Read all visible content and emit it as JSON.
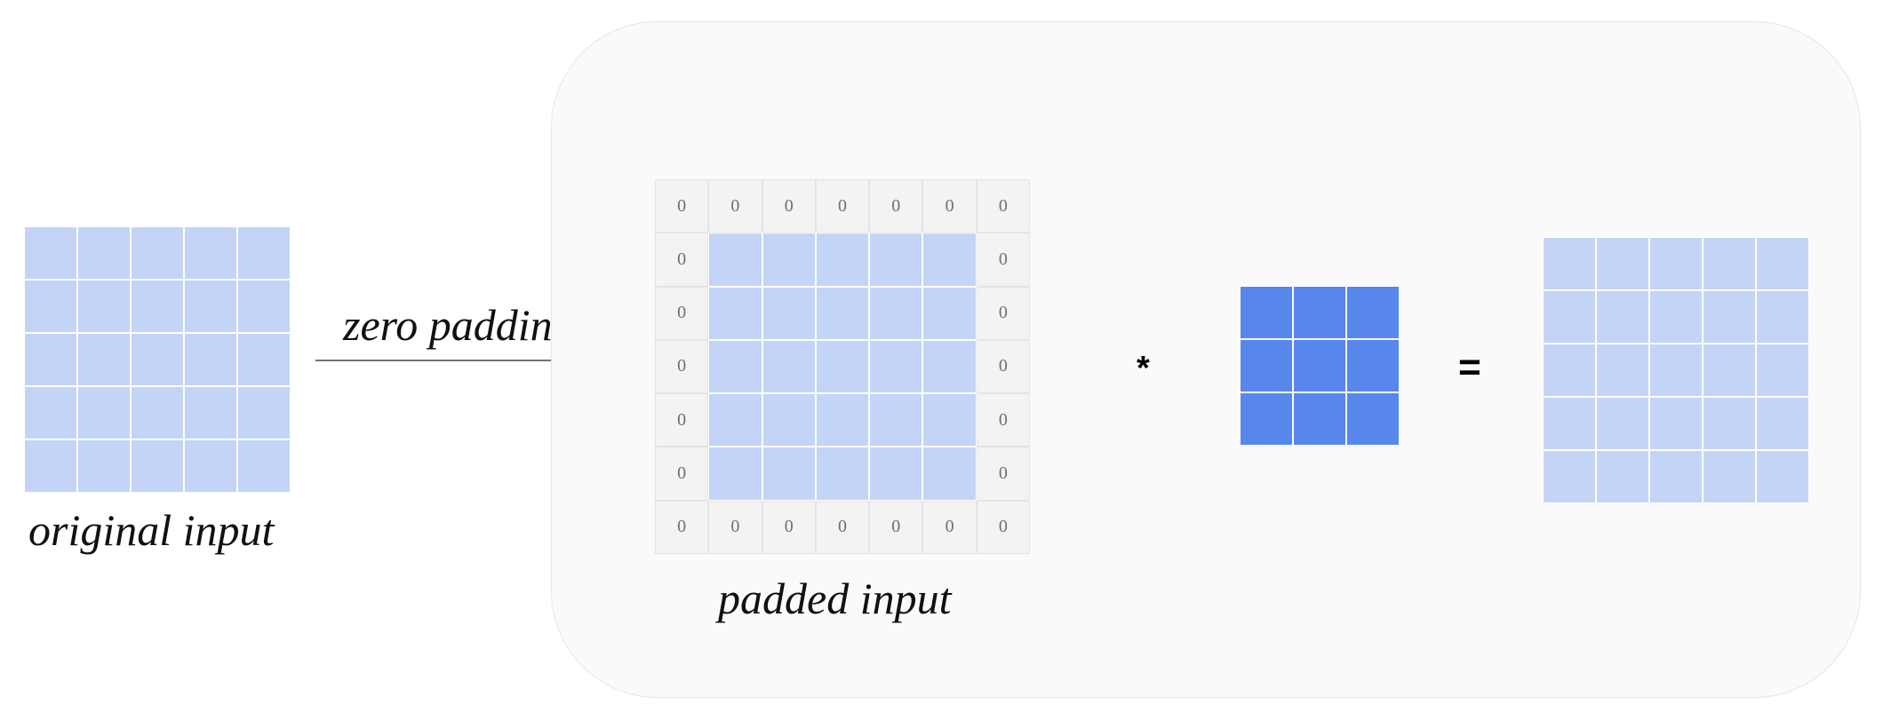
{
  "labels": {
    "original_input": "original input",
    "zero_padding": "zero padding",
    "padded_input": "padded input"
  },
  "operators": {
    "convolve": "*",
    "equals": "="
  },
  "grids": {
    "original_input": {
      "rows": 5,
      "cols": 5,
      "color": "#c3d4f6"
    },
    "padded_input": {
      "rows": 7,
      "cols": 7,
      "pad_value": "0",
      "pad_color": "#f3f3f3",
      "inner_color": "#c3d4f6"
    },
    "kernel": {
      "rows": 3,
      "cols": 3,
      "color": "#5787ec"
    },
    "output": {
      "rows": 5,
      "cols": 5,
      "color": "#c3d4f6"
    }
  },
  "colors": {
    "panel_background": "#fafafa",
    "panel_border": "#e6e6e6"
  }
}
